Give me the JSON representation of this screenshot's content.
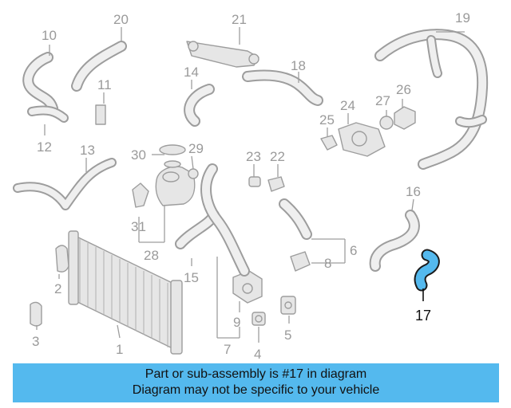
{
  "banner": {
    "line1": "Part or sub-assembly is #17 in diagram",
    "line2": "Diagram may not be specific to your vehicle"
  },
  "diagram": {
    "highlighted_callout": "17",
    "highlight_color": "#54b9ee",
    "callouts": [
      "1",
      "2",
      "3",
      "4",
      "5",
      "6",
      "7",
      "8",
      "9",
      "10",
      "11",
      "12",
      "13",
      "14",
      "15",
      "16",
      "17",
      "18",
      "19",
      "20",
      "21",
      "22",
      "23",
      "24",
      "25",
      "26",
      "27",
      "28",
      "29",
      "30",
      "31"
    ]
  }
}
